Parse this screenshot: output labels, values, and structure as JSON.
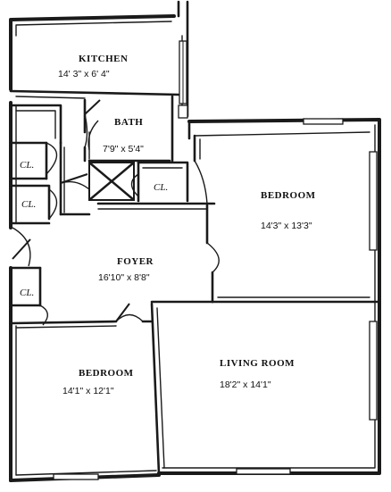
{
  "rooms": {
    "kitchen": {
      "name": "KITCHEN",
      "dims": "14' 3\" x 6' 4\""
    },
    "bath": {
      "name": "BATH",
      "dims": "7'9\" x 5'4\""
    },
    "bedroom_east": {
      "name": "BEDROOM",
      "dims": "14'3\" x 13'3\""
    },
    "foyer": {
      "name": "FOYER",
      "dims": "16'10\" x 8'8\""
    },
    "living_room": {
      "name": "LIVING ROOM",
      "dims": "18'2\" x 14'1\""
    },
    "bedroom_south": {
      "name": "BEDROOM",
      "dims": "14'1\" x 12'1\""
    }
  },
  "closets": {
    "cl_1": "CL.",
    "cl_2": "CL.",
    "cl_3": "CL.",
    "cl_4": "CL."
  }
}
